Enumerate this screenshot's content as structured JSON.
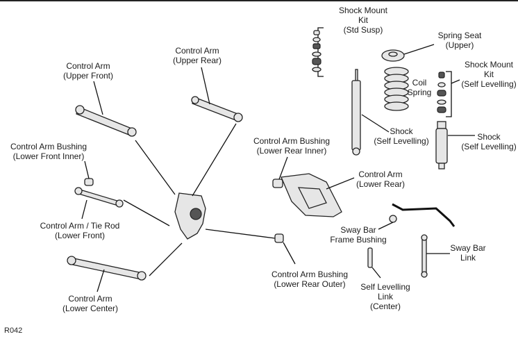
{
  "diagram_code": "R042",
  "labels": {
    "shock_mount_kit_std": [
      "Shock Mount",
      "Kit",
      "(Std Susp)"
    ],
    "spring_seat_upper": [
      "Spring Seat",
      "(Upper)"
    ],
    "shock_mount_kit_self": [
      "Shock Mount",
      "Kit",
      "(Self Levelling)"
    ],
    "coil_spring": [
      "Coil",
      "Spring"
    ],
    "shock_self_left": [
      "Shock",
      "(Self Levelling)"
    ],
    "shock_self_right": [
      "Shock",
      "(Self Levelling)"
    ],
    "control_arm_upper_front": [
      "Control Arm",
      "(Upper Front)"
    ],
    "control_arm_upper_rear": [
      "Control Arm",
      "(Upper Rear)"
    ],
    "bushing_lower_front_inner": [
      "Control Arm Bushing",
      "(Lower Front Inner)"
    ],
    "bushing_lower_rear_inner": [
      "Control Arm Bushing",
      "(Lower Rear Inner)"
    ],
    "control_arm_lower_rear": [
      "Control Arm",
      "(Lower Rear)"
    ],
    "tie_rod_lower_front": [
      "Control Arm / Tie Rod",
      "(Lower Front)"
    ],
    "sway_bar_frame_bushing": [
      "Sway Bar",
      "Frame Bushing"
    ],
    "sway_bar_link": [
      "Sway Bar",
      "Link"
    ],
    "bushing_lower_rear_outer": [
      "Control Arm Bushing",
      "(Lower Rear Outer)"
    ],
    "self_levelling_link_center": [
      "Self Levelling",
      "Link",
      "(Center)"
    ],
    "control_arm_lower_center": [
      "Control Arm",
      "(Lower Center)"
    ]
  }
}
